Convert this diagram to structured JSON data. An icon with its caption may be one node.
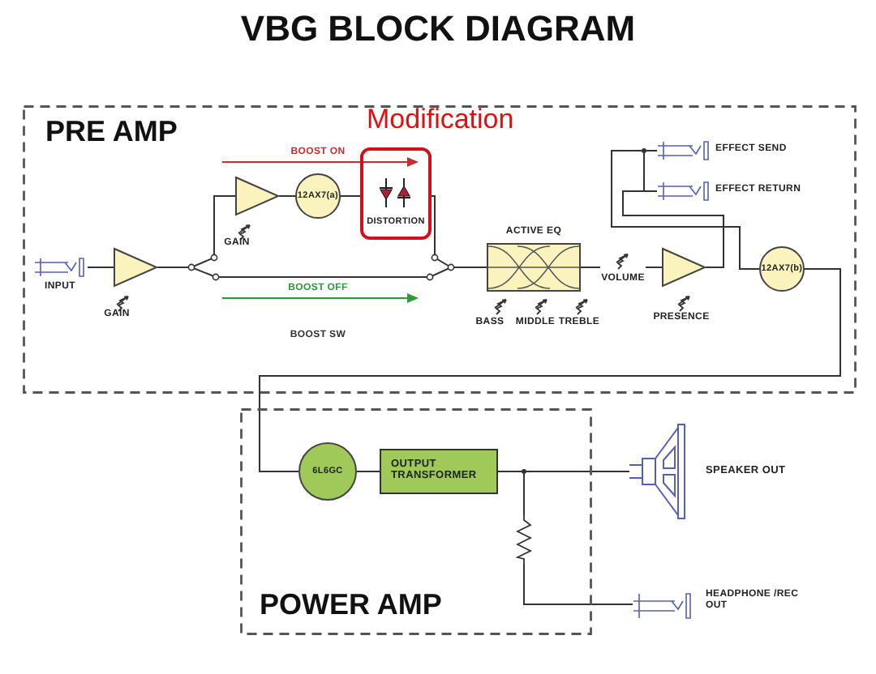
{
  "diagram": {
    "title": "VBG BLOCK DIAGRAM",
    "nodes": [
      {
        "text": [
          "PRE AMP"
        ]
      },
      {
        "text": [
          "INPUT"
        ],
        "in": 0
      },
      {
        "text": [],
        "shape": "triangle",
        "beside": [
          "GAIN"
        ],
        "in": 0
      },
      {
        "text": [],
        "shape": "triangle",
        "beside": [
          "GAIN"
        ],
        "in": 0
      },
      {
        "text": [
          "12AX7(a)"
        ],
        "in": 0
      },
      {
        "text": [
          "DISTORTION"
        ],
        "beside": [
          "Modification"
        ],
        "in": 0
      },
      {
        "text": [
          "ACTIVE EQ"
        ],
        "beside": [
          "BASS",
          "MIDDLE",
          "TREBLE"
        ],
        "in": 0
      },
      {
        "text": [
          "VOLUME"
        ],
        "in": 0
      },
      {
        "text": [],
        "shape": "triangle",
        "beside": [
          "PRESENCE"
        ],
        "in": 0
      },
      {
        "text": [
          "EFFECT SEND"
        ],
        "in": 0
      },
      {
        "text": [
          "EFFECT RETURN"
        ],
        "in": 0
      },
      {
        "text": [
          "12AX7(b)"
        ],
        "in": 0
      },
      {
        "text": [
          "POWER AMP"
        ]
      },
      {
        "text": [
          "6L6GC"
        ],
        "in": 12
      },
      {
        "text": [
          "OUTPUT TRANSFORMER"
        ],
        "in": 12
      },
      {
        "text": [],
        "shape": "resistor",
        "in": 12
      },
      {
        "text": [
          "SPEAKER OUT"
        ]
      },
      {
        "text": [
          "HEADPHONE /REC OUT"
        ]
      }
    ],
    "edges": [
      {
        "from": 1,
        "to": 2,
        "arrow": "none"
      },
      {
        "from": 2,
        "to": 3,
        "arrow": "none"
      },
      {
        "from": 2,
        "to": 6,
        "arrow": "none"
      },
      {
        "from": 3,
        "to": 4,
        "arrow": "none"
      },
      {
        "from": 4,
        "to": 5,
        "arrow": "none"
      },
      {
        "from": 5,
        "to": 6,
        "arrow": "none"
      },
      {
        "from": 6,
        "to": 7,
        "arrow": "none"
      },
      {
        "from": 7,
        "to": 8,
        "arrow": "none"
      },
      {
        "from": 8,
        "to": 10,
        "arrow": "none"
      },
      {
        "from": 9,
        "to": 11,
        "arrow": "none"
      },
      {
        "from": 9,
        "to": 10,
        "arrow": "none"
      },
      {
        "from": 11,
        "to": 13,
        "arrow": "none"
      },
      {
        "from": 13,
        "to": 14,
        "arrow": "none"
      },
      {
        "from": 14,
        "to": 16,
        "arrow": "none"
      },
      {
        "from": 14,
        "to": 15,
        "arrow": "none"
      },
      {
        "from": 15,
        "to": 17,
        "arrow": "none"
      }
    ],
    "labels": [
      "BOOST ON",
      "BOOST OFF",
      "BOOST SW"
    ]
  }
}
